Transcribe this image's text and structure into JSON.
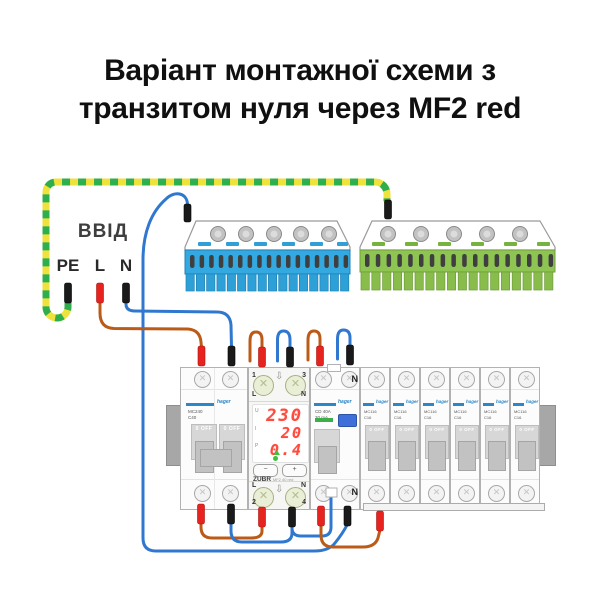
{
  "title": {
    "line1": "Варіант монтажної схеми з",
    "line2": "транзитом нуля через MF2 red"
  },
  "input_labels": {
    "vvid": "ВВІД",
    "pe": "PE",
    "l": "L",
    "n": "N"
  },
  "breaker_2p": {
    "brand": "hager",
    "model": "MC240",
    "rating": "C40",
    "switch_off": "0 OFF"
  },
  "mf2": {
    "brand": "ZUBR",
    "model": "MF2 40 red",
    "t1": "1",
    "t2": "2",
    "t3": "3",
    "t4": "4",
    "l": "L",
    "n": "N",
    "u": "U",
    "i": "I",
    "p": "P",
    "voltage": "230",
    "current": "20",
    "power": "0.4",
    "btn_minus": "−",
    "btn_plus": "+",
    "arrow": "⇩"
  },
  "rcd": {
    "brand": "hager",
    "model": "CD 40A",
    "rating": "30 mA",
    "n": "N"
  },
  "breaker_1p": {
    "brand": "hager",
    "model": "MC116",
    "rating": "C16",
    "switch_off": "0 OFF"
  },
  "colors": {
    "wire_orange": "#bc5b17",
    "wire_blue": "#3077d0",
    "pe_yellow": "#f0e23c",
    "pe_green": "#2fae4d",
    "busbar_blue": "#33a8e1",
    "busbar_green": "#8ec452",
    "tip_red": "#e6231e",
    "tip_black": "#1a1a1a",
    "brand_blue": "#2c86c8",
    "display_red": "#ff4b3e"
  }
}
